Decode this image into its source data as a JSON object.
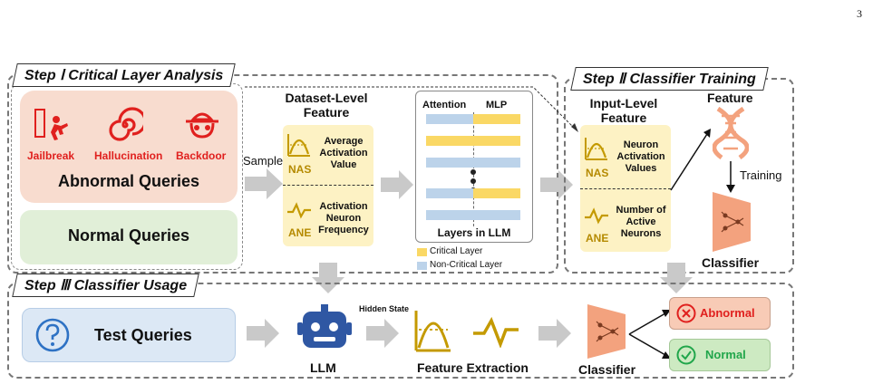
{
  "page_number": "3",
  "steps": {
    "step1": "Step Ⅰ Critical Layer Analysis",
    "step2": "Step Ⅱ Classifier Training",
    "step3": "Step Ⅲ Classifier Usage"
  },
  "queries": {
    "jailbreak": "Jailbreak",
    "hallucination": "Hallucination",
    "backdoor": "Backdoor",
    "abnormal": "Abnormal Queries",
    "normal": "Normal Queries",
    "test": "Test Queries"
  },
  "sample_label": "Sample",
  "dataset_feature": {
    "title": "Dataset-Level Feature",
    "nas_label": "NAS",
    "nas_text": "Average Activation Value",
    "ane_label": "ANE",
    "ane_text": "Activation Neuron Frequency"
  },
  "layers": {
    "attention": "Attention",
    "mlp": "MLP",
    "caption": "Layers in LLM",
    "legend_critical": "Critical Layer",
    "legend_noncritical": "Non-Critical Layer"
  },
  "input_feature": {
    "title": "Input-Level Feature",
    "nas_label": "NAS",
    "nas_text": "Neuron Activation Values",
    "ane_label": "ANE",
    "ane_text": "Number of Active Neurons"
  },
  "training": {
    "feature": "Feature",
    "training": "Training",
    "classifier": "Classifier"
  },
  "usage": {
    "llm": "LLM",
    "hidden_state": "Hidden State",
    "feature_extraction": "Feature Extraction",
    "classifier": "Classifier",
    "abnormal": "Abnormal",
    "normal": "Normal"
  },
  "colors": {
    "critical": "#fad865",
    "noncritical": "#bcd3ea",
    "red": "#e0201e",
    "gold": "#c49a00",
    "robot": "#2f57a3",
    "green": "#21a64b"
  }
}
